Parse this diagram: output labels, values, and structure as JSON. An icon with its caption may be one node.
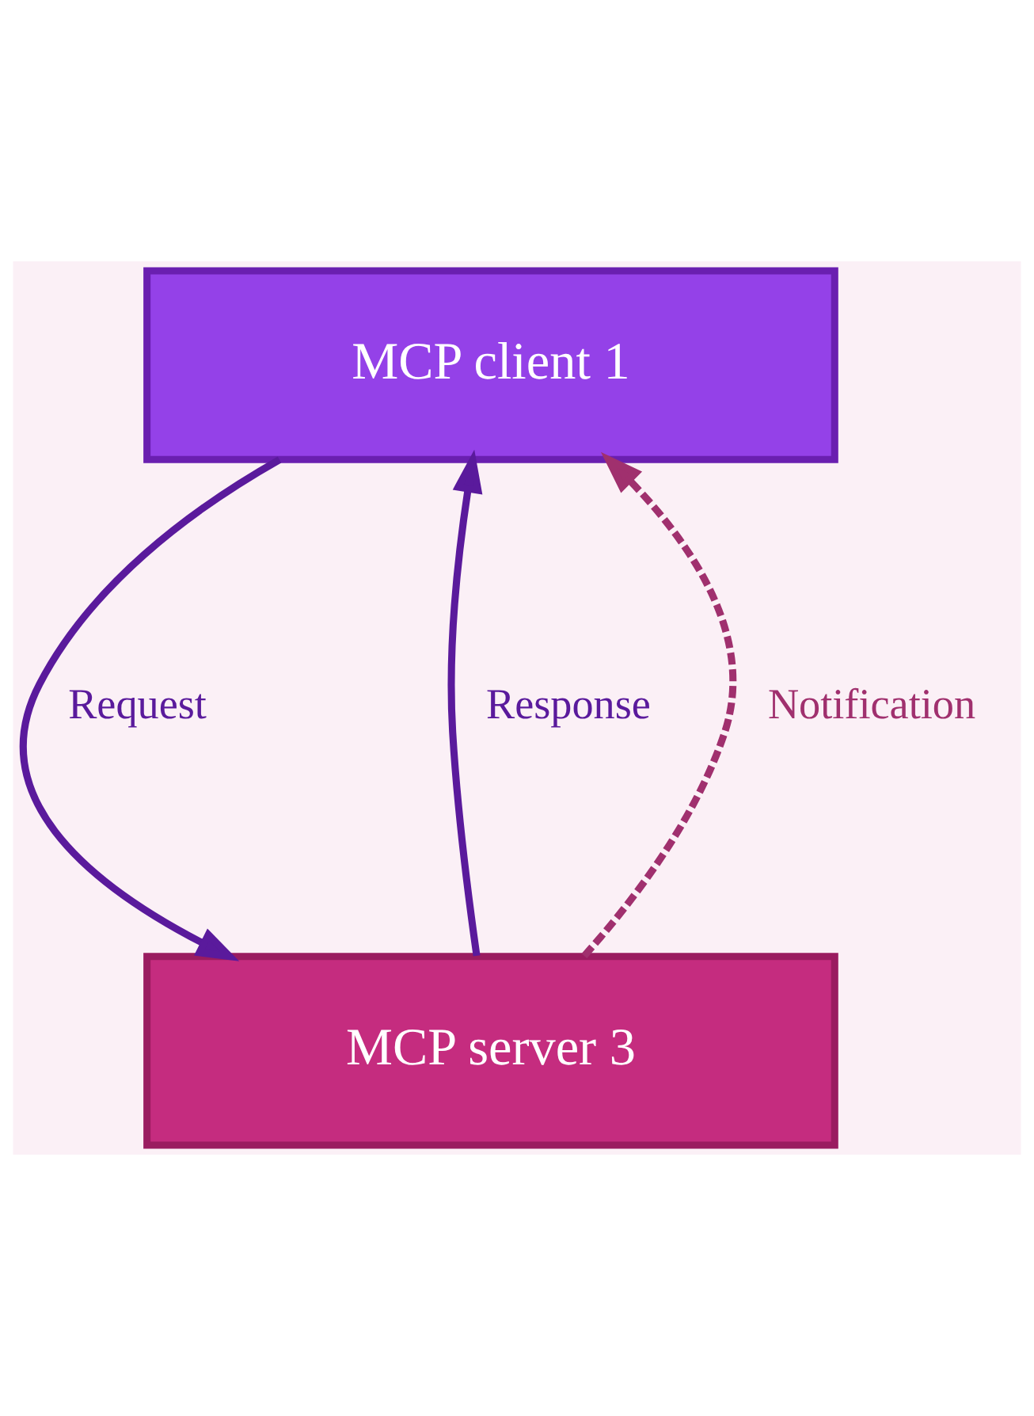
{
  "diagram": {
    "nodes": [
      {
        "text": [
          "MCP client 1"
        ]
      },
      {
        "text": [
          "MCP server 3"
        ]
      }
    ],
    "edges": [
      {
        "from": 0,
        "to": 1,
        "arrow": "to",
        "label": "Request"
      },
      {
        "from": 1,
        "to": 0,
        "arrow": "to",
        "label": "Response"
      },
      {
        "from": 1,
        "to": 0,
        "arrow": "to",
        "label": "Notification",
        "style": "dashed",
        "color": "#a0306e"
      }
    ]
  }
}
